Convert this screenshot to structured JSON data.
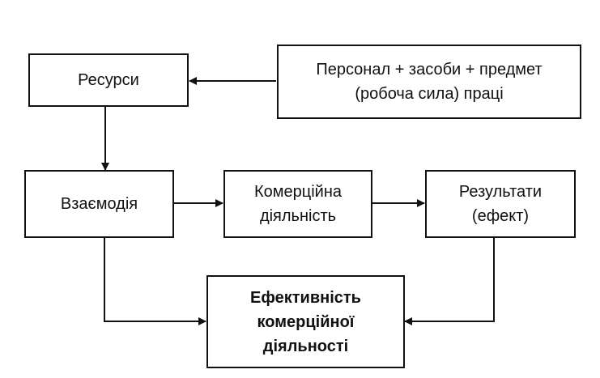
{
  "diagram": {
    "nodes": {
      "resources": {
        "label": "Ресурси"
      },
      "inputs": {
        "label": "Персонал + засоби + предмет\n(робоча сила) праці"
      },
      "interaction": {
        "label": "Взаємодія"
      },
      "commercial_activity": {
        "label": "Комерційна\nдіяльність"
      },
      "results": {
        "label": "Результати\n(ефект)"
      },
      "efficiency": {
        "label": "Ефективність\nкомерційної\nдіяльності"
      }
    },
    "edges": [
      {
        "from": "inputs",
        "to": "resources"
      },
      {
        "from": "resources",
        "to": "interaction"
      },
      {
        "from": "interaction",
        "to": "commercial_activity"
      },
      {
        "from": "commercial_activity",
        "to": "results"
      },
      {
        "from": "interaction",
        "to": "efficiency"
      },
      {
        "from": "results",
        "to": "efficiency"
      }
    ]
  }
}
